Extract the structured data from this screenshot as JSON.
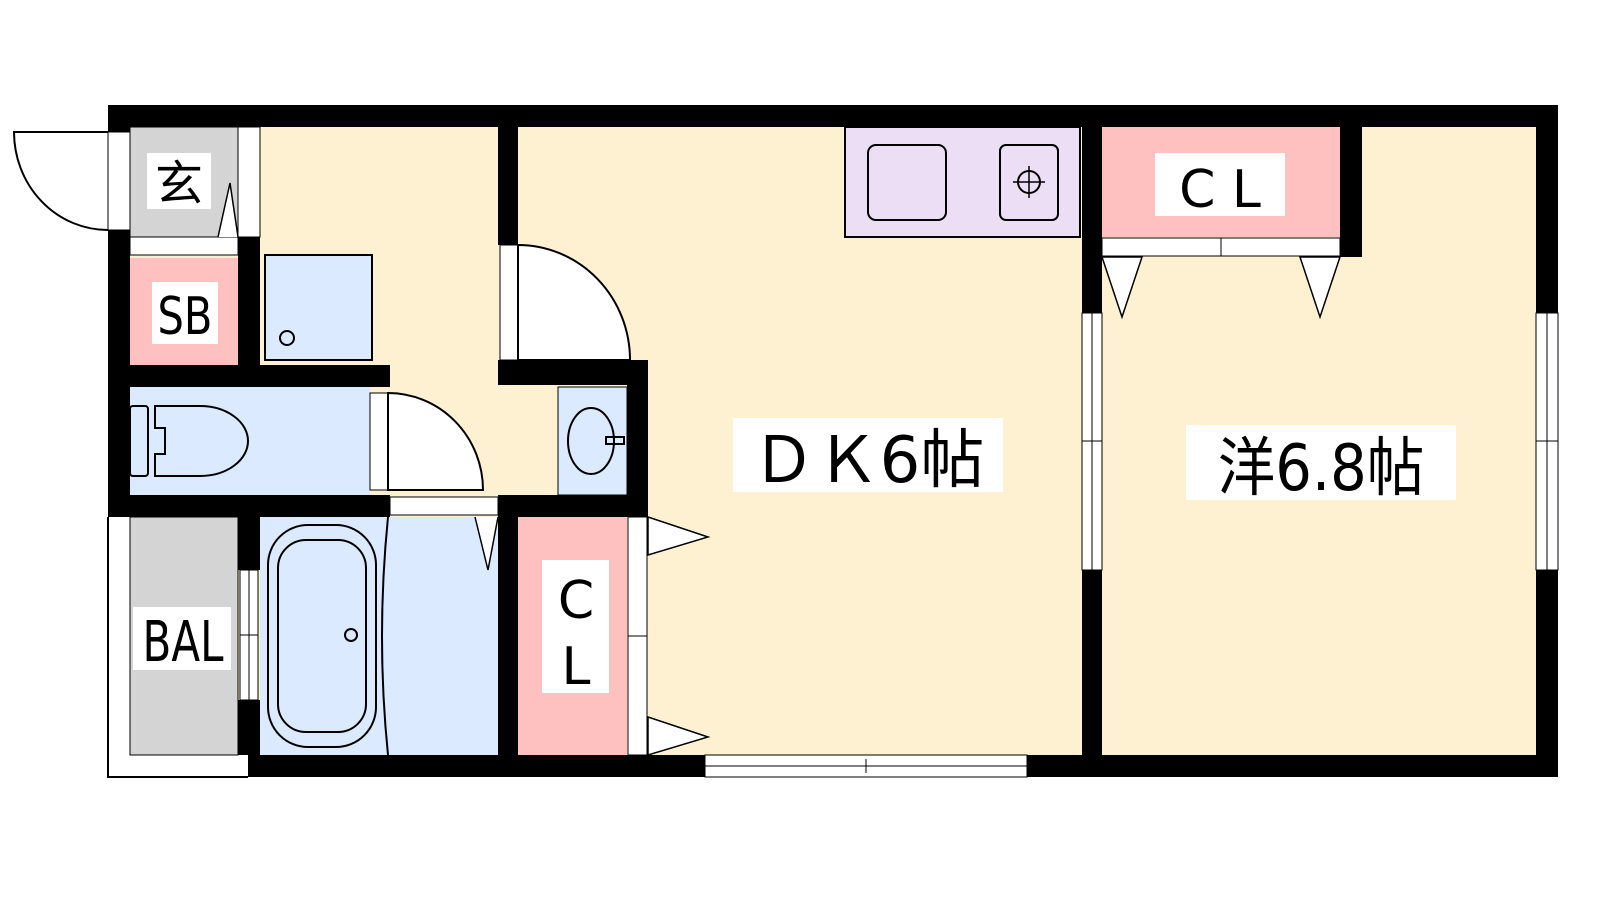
{
  "floorplan": {
    "rooms": {
      "genkan": {
        "label": "玄"
      },
      "shoe_box": {
        "label": "SB"
      },
      "balcony": {
        "label": "BAL"
      },
      "closet_left": {
        "label_line1": "C",
        "label_line2": "L"
      },
      "closet_top": {
        "label": "C L"
      },
      "dining_kitchen": {
        "label": "ＤＫ6帖"
      },
      "western_room": {
        "label": "洋6.8帖"
      }
    },
    "colors": {
      "floor": "#fdf1d2",
      "wet": "#dbeafe",
      "storage": "#ffc0c0",
      "entrance": "#d4d4d4",
      "kitchen": "#ecdff5",
      "wall": "#000000"
    }
  }
}
